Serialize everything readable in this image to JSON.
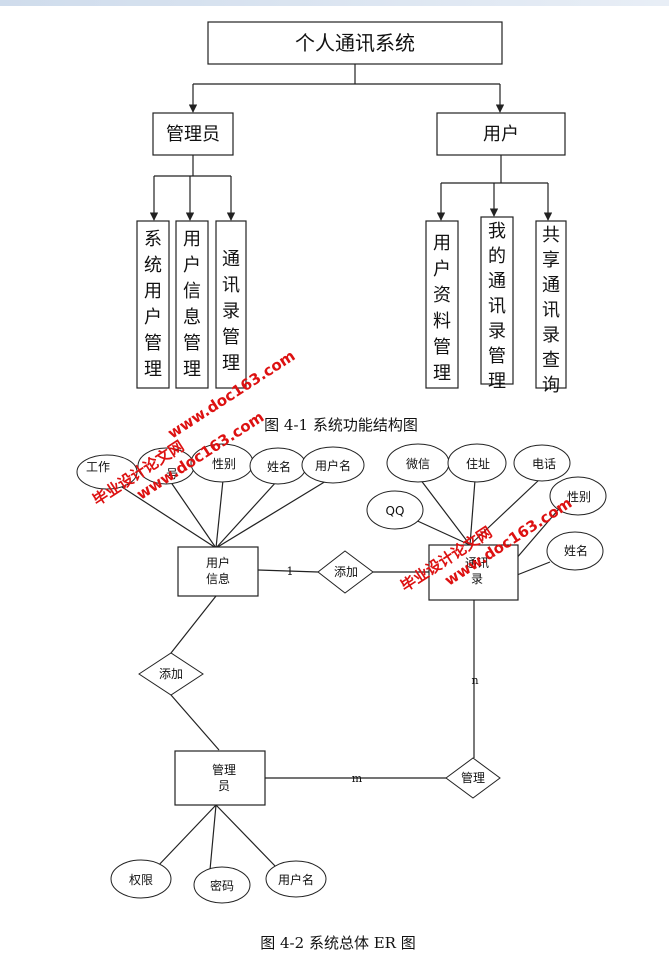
{
  "structure": {
    "root": "个人通讯系统",
    "admin": "管理员",
    "user": "用户",
    "admin_modules": [
      "系统用户管理",
      "用户信息管理",
      "通讯录管理"
    ],
    "user_modules": [
      "用户资料管理",
      "我的通讯录管理",
      "共享通讯录查询"
    ],
    "caption": "图 4-1 系统功能结构图"
  },
  "er": {
    "entity_userinfo": "用户\n信息",
    "entity_contacts": "通讯\n录",
    "entity_admin": "管理\n员",
    "rel_add1": "添加",
    "rel_add2": "添加",
    "rel_manage": "管理",
    "card_1": "1",
    "card_n": "n",
    "card_m": "m",
    "userinfo_attrs": [
      "工作",
      "号",
      "性别",
      "姓名",
      "用户名"
    ],
    "contacts_attrs": [
      "QQ",
      "微信",
      "住址",
      "电话",
      "性别",
      "姓名"
    ],
    "admin_attrs": [
      "权限",
      "密码",
      "用户名"
    ],
    "caption": "图 4-2 系统总体 ER 图"
  },
  "watermark": {
    "line1": "毕业设计论文网",
    "line2": "www.doc163.com"
  }
}
